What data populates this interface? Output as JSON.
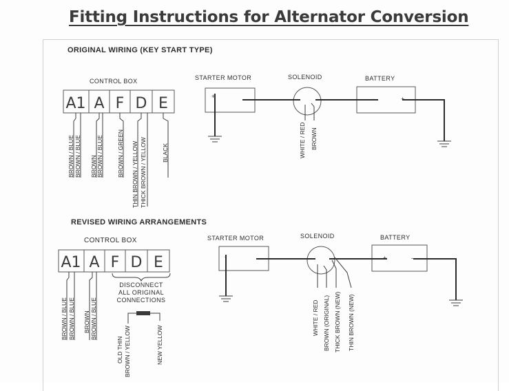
{
  "title": "Fitting Instructions for Alternator Conversion",
  "original": {
    "heading": "ORIGINAL WIRING (KEY START TYPE)",
    "control_box_label": "CONTROL BOX",
    "terminals": [
      "A1",
      "A",
      "F",
      "D",
      "E"
    ],
    "wires": [
      "BROWN / BLUE",
      "BROWN / BLUE",
      "BROWN",
      "BROWN / BLUE",
      "BROWN / GREEN",
      "THIN BROWN / YELLOW",
      "THICK BROWN / YELLOW",
      "BLACK"
    ],
    "starter_motor_label": "STARTER MOTOR",
    "solenoid_label": "SOLENOID",
    "battery_label": "BATTERY",
    "solenoid_wires": [
      "WHITE / RED",
      "BROWN"
    ],
    "symbols": {
      "plus": "+",
      "minus": "-"
    }
  },
  "revised": {
    "heading": "REVISED WIRING ARRANGEMENTS",
    "control_box_label": "CONTROL BOX",
    "terminals": [
      "A1",
      "A",
      "F",
      "D",
      "E"
    ],
    "wires": [
      "BROWN / BLUE",
      "BROWN / BLUE",
      "BROWN",
      "BROWN / BLUE"
    ],
    "disconnect_note": [
      "DISCONNECT",
      "ALL ORIGINAL",
      "CONNECTIONS"
    ],
    "old_thin_wire": [
      "OLD THIN",
      "BROWN / YELLOW"
    ],
    "new_yellow_wire": "NEW YELLOW",
    "starter_motor_label": "STARTER MOTOR",
    "solenoid_label": "SOLENOID",
    "battery_label": "BATTERY",
    "solenoid_wires": [
      "WHITE / RED",
      "BROWN (ORIGINAL)",
      "THICK BROWN (NEW)",
      "THIN BROWN (NEW)"
    ],
    "symbols": {
      "plus": "+",
      "minus": "-"
    }
  }
}
